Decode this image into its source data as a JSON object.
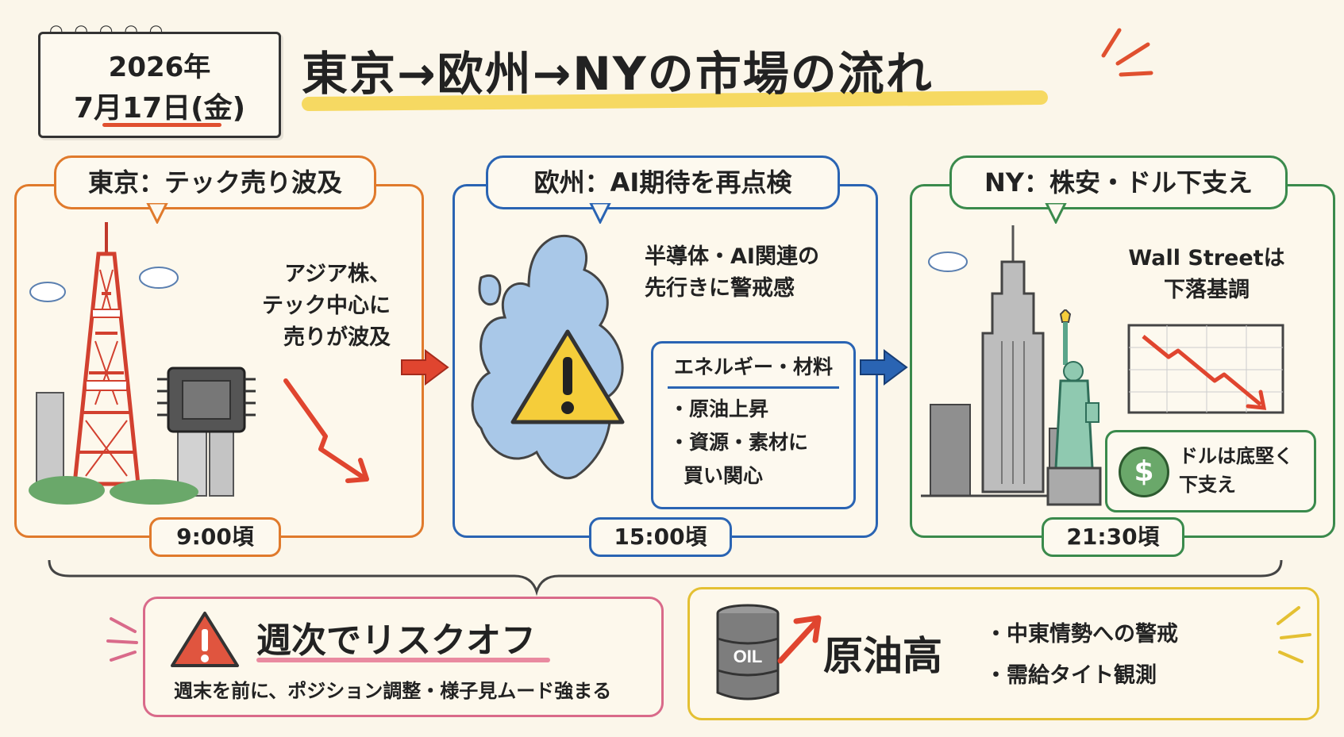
{
  "header": {
    "year": "2026年",
    "date": "7月17日(金)",
    "title": "東京→欧州→NYの市場の流れ"
  },
  "tokyo": {
    "label": "東京：テック売り波及",
    "text": [
      "アジア株、",
      "テック中心に",
      "売りが波及"
    ],
    "time": "9:00頃"
  },
  "europe": {
    "label": "欧州：AI期待を再点検",
    "text": [
      "半導体・AI関連の",
      "先行きに警戒感"
    ],
    "energy": {
      "title": "エネルギー・材料",
      "items": [
        "・原油上昇",
        "・資源・素材に",
        "買い関心"
      ]
    },
    "time": "15:00頃"
  },
  "ny": {
    "label": "NY：株安・ドル下支え",
    "text": [
      "Wall Streetは",
      "下落基調"
    ],
    "dollar": {
      "symbol": "$",
      "text": [
        "ドルは底堅く",
        "下支え"
      ]
    },
    "time": "21:30頃"
  },
  "summary": {
    "risk_title": "週次でリスクオフ",
    "risk_sub": "週末を前に、ポジション調整・様子見ムード強まる",
    "oil_label": "OIL",
    "oil_title": "原油高",
    "oil_items": [
      "・中東情勢への警戒",
      "・需給タイト観測"
    ]
  },
  "colors": {
    "tokyo": "#e07a2c",
    "europe": "#2a64b3",
    "ny": "#3a8a4c",
    "risk": "#d96a8a",
    "oil": "#e4c033",
    "down_arrow": "#e0452f"
  }
}
